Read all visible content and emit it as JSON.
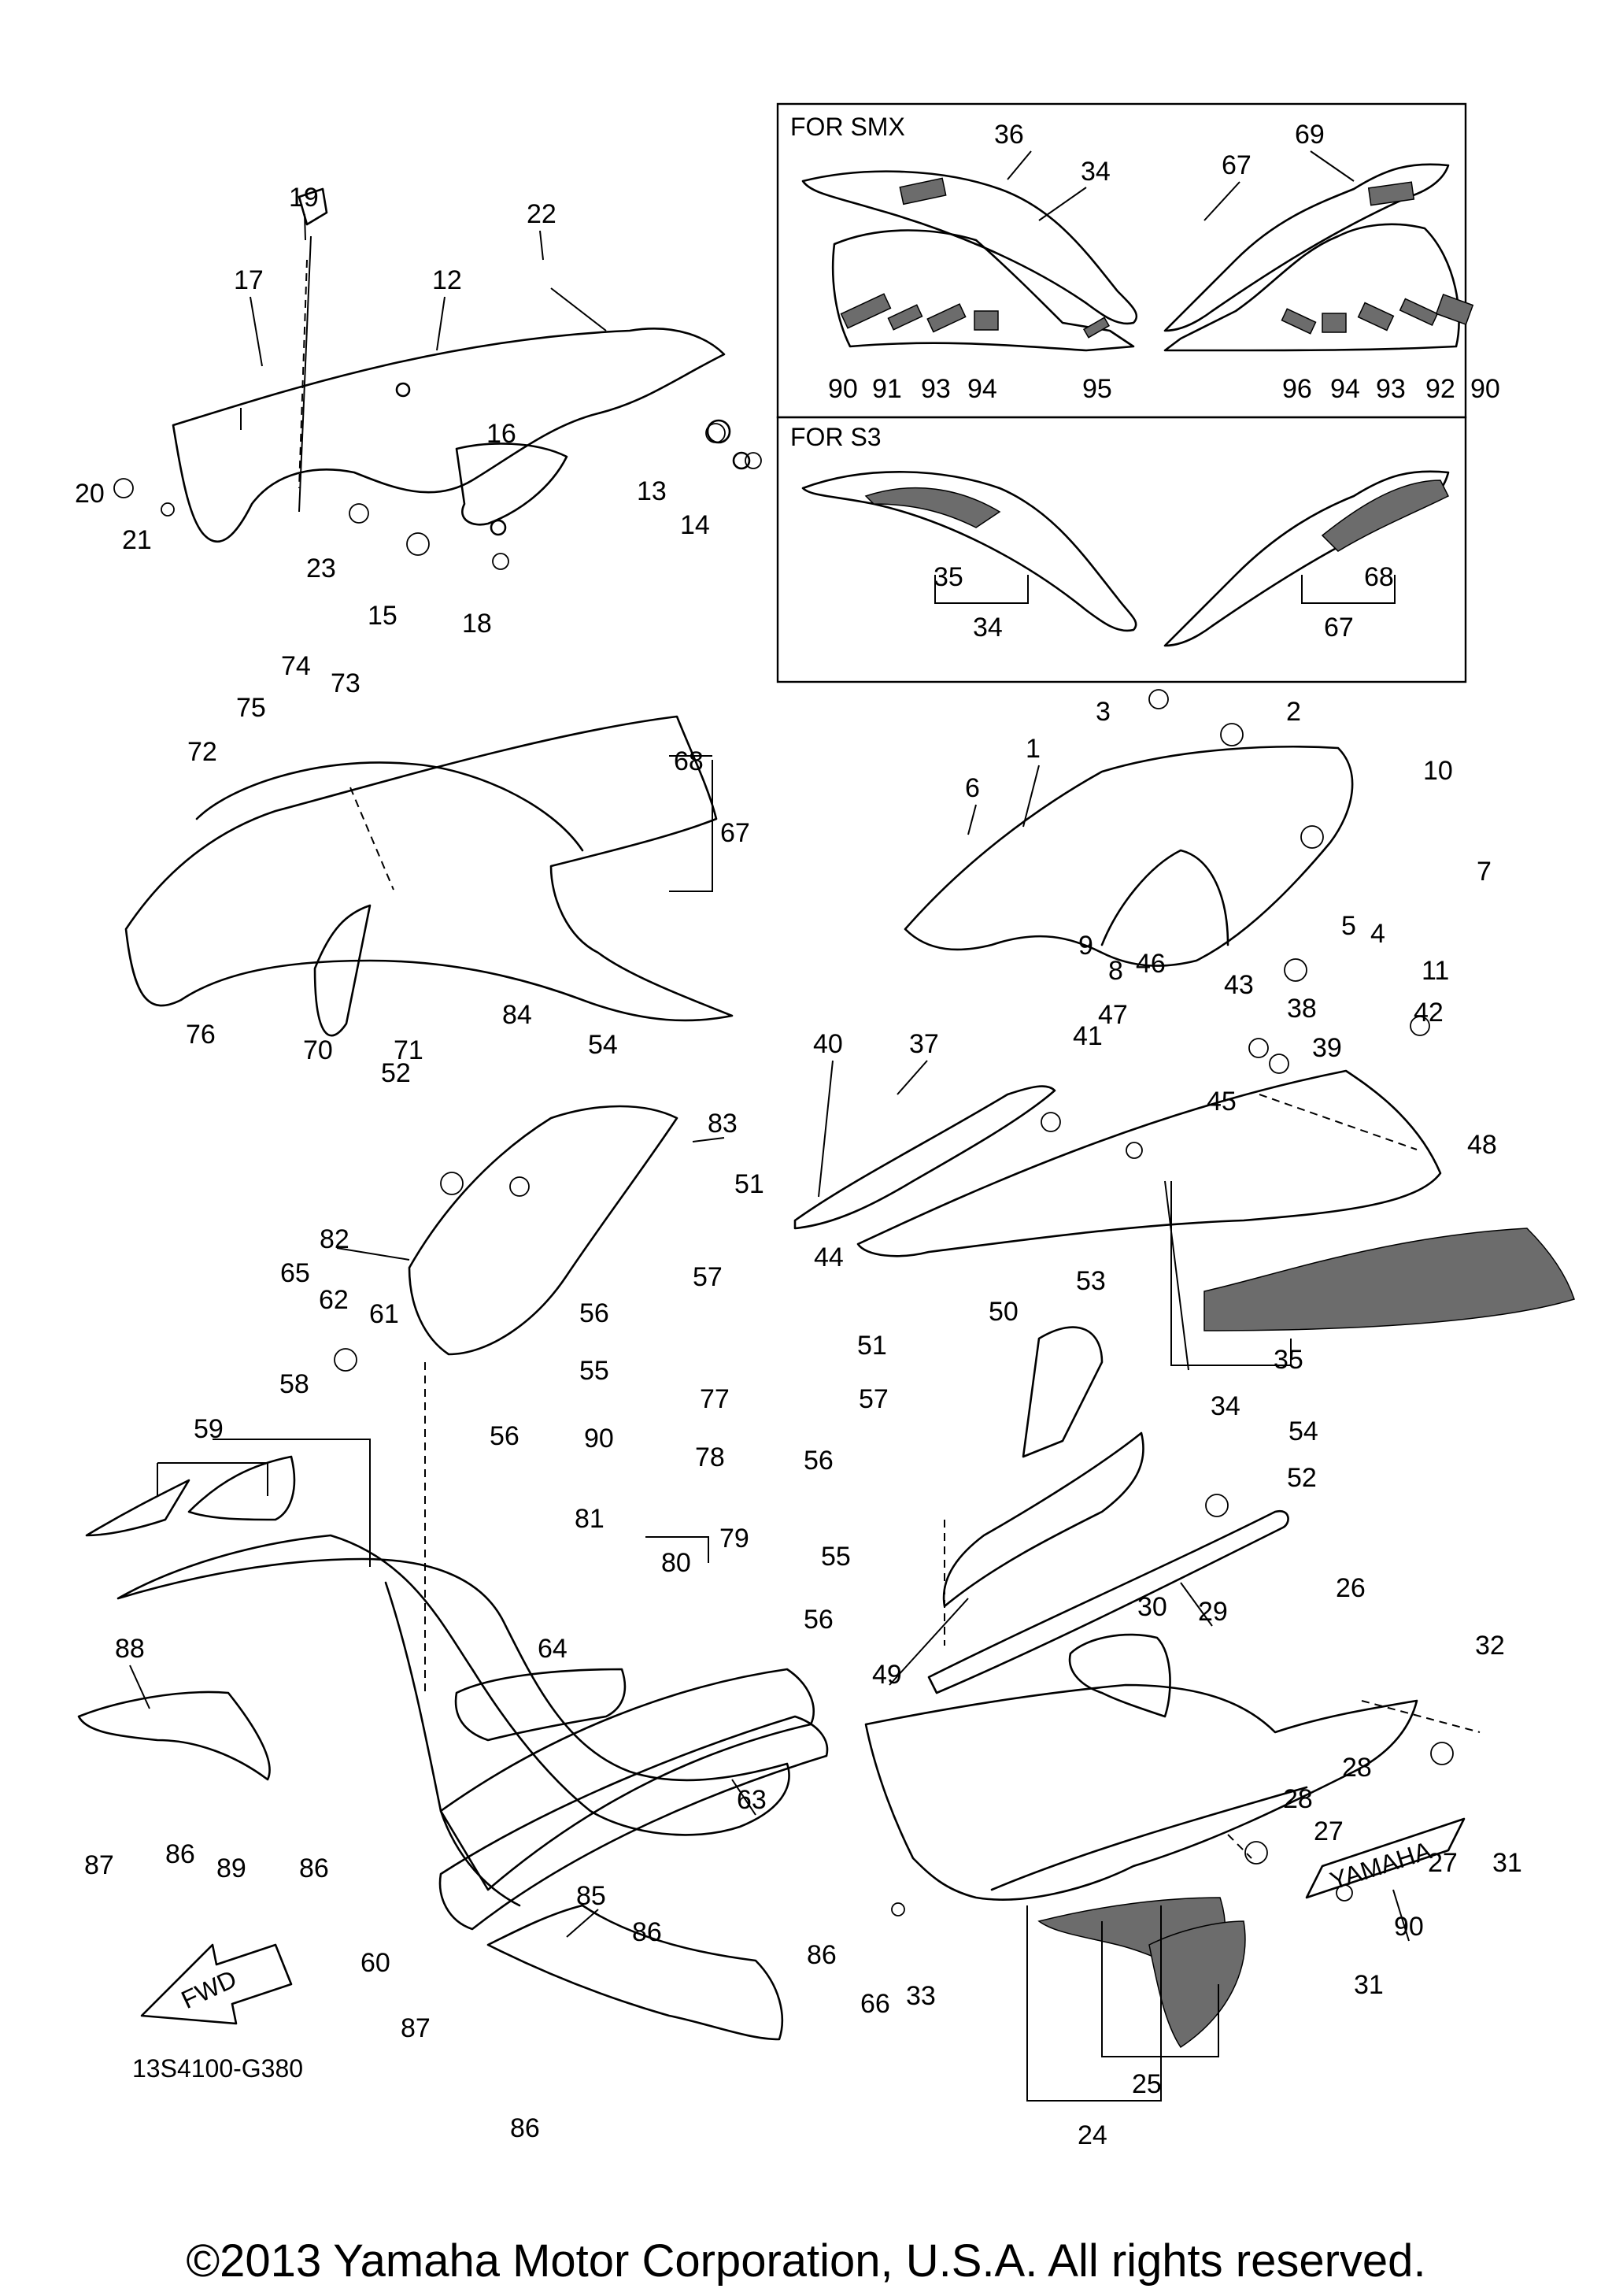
{
  "diagram": {
    "diagram_code": "13S4100-G380",
    "forward_arrow_label": "FWD",
    "copyright": "©2013 Yamaha Motor Corporation, U.S.A. All rights reserved."
  },
  "inset_smx": {
    "title": "FOR SMX",
    "callouts": [
      "36",
      "34",
      "69",
      "67",
      "90",
      "91",
      "93",
      "94",
      "95",
      "96",
      "94",
      "93",
      "92",
      "90"
    ]
  },
  "inset_s3": {
    "title": "FOR S3",
    "callouts": [
      "35",
      "34",
      "68",
      "67"
    ]
  },
  "emblem": {
    "brand_text": "YAMAHA"
  },
  "callouts": {
    "upper_left": [
      "19",
      "17",
      "12",
      "22",
      "16",
      "20",
      "21",
      "13",
      "14",
      "23",
      "15",
      "18"
    ],
    "left_cowling": [
      "74",
      "75",
      "73",
      "72",
      "68",
      "67",
      "76",
      "70",
      "71"
    ],
    "right_cowling": [
      "3",
      "2",
      "1",
      "10",
      "6",
      "7",
      "5",
      "4",
      "11",
      "9",
      "8",
      "46",
      "47",
      "43",
      "38",
      "39",
      "42",
      "41",
      "45",
      "48",
      "40",
      "37",
      "44",
      "35",
      "34"
    ],
    "left_inner": [
      "84",
      "54",
      "52",
      "83",
      "51",
      "82",
      "57",
      "56",
      "55",
      "65",
      "62",
      "61",
      "56"
    ],
    "left_lower": [
      "77",
      "90",
      "78",
      "81",
      "79",
      "80",
      "58",
      "59",
      "64",
      "88",
      "63",
      "87",
      "86",
      "89",
      "86",
      "60",
      "85",
      "86",
      "86",
      "87",
      "86"
    ],
    "right_inner": [
      "53",
      "50",
      "51",
      "57",
      "56",
      "54",
      "52",
      "55",
      "56",
      "29",
      "49",
      "30"
    ],
    "right_lower": [
      "26",
      "32",
      "28",
      "28",
      "27",
      "31",
      "27",
      "90",
      "31",
      "66",
      "33",
      "25",
      "24"
    ]
  }
}
